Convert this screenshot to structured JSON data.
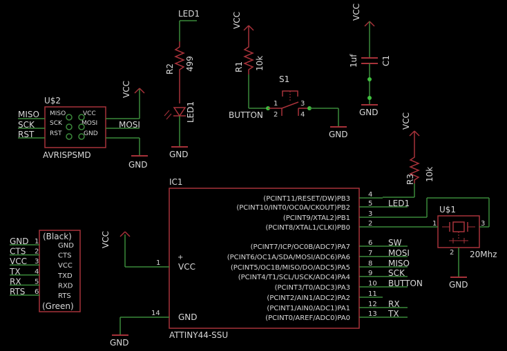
{
  "colors": {
    "background": "#000000",
    "wire": "#3b8a3b",
    "part": "#a8323a",
    "text": "#d9d9d9",
    "junction": "#3fbf3f"
  },
  "labels": {
    "led1_top": "LED1",
    "r2": "R2",
    "r2_val": "499",
    "led1_part": "LED1",
    "gnd_led": "GND",
    "vcc_r1": "VCC",
    "r1": "R1",
    "r1_val": "10k",
    "s1": "S1",
    "button": "BUTTON",
    "s1_p1": "1",
    "s1_p2": "2",
    "s1_p3": "3",
    "s1_p4": "4",
    "gnd_s1": "GND",
    "vcc_c1": "VCC",
    "c1_val": "1uf",
    "c1": "C1",
    "gnd_c1": "GND",
    "u2": "U$2",
    "vcc_u2": "VCC",
    "miso": "MISO",
    "sck": "SCK",
    "rst": "RST",
    "mosi": "MOSI",
    "u2_miso": "MISO",
    "u2_sck": "SCK",
    "u2_rst": "RST",
    "u2_vcc": "VCC",
    "u2_mosi": "MOSI",
    "u2_gnd": "GND",
    "avrisp": "AVRISPSMD",
    "gnd_u2": "GND",
    "vcc_r3": "VCC",
    "r3": "R3",
    "r3_val": "10k",
    "ic1": "IC1",
    "ic1_name": "ATTINY44-SSU",
    "vcc_ic": "VCC",
    "gnd_ic": "GND",
    "ic_vcc_pin": "VCC",
    "ic_gnd_pin": "GND",
    "ic_pin1": "1",
    "ic_pin14": "14",
    "u1": "U$1",
    "u1_p1": "1",
    "u1_p2": "2",
    "u1_p3": "3",
    "xtal": "20Mhz",
    "gnd_u1": "GND",
    "ftdi_black": "(Black)",
    "ftdi_green": "(Green)"
  },
  "ic_right_pins": [
    {
      "name": "(PCINT11/RESET/DW)PB3",
      "num": "4",
      "net": ""
    },
    {
      "name": "(PCINT10/INT0/OC0A/CKOUT)PB2",
      "num": "5",
      "net": "LED1"
    },
    {
      "name": "(PCINT9/XTAL2)PB1",
      "num": "3",
      "net": ""
    },
    {
      "name": "(PCINT8/XTAL1/CLKI)PB0",
      "num": "2",
      "net": ""
    },
    {
      "name": "(PCINT7/ICP/OC0B/ADC7)PA7",
      "num": "6",
      "net": "SW"
    },
    {
      "name": "(PCINT6/OC1A/SDA/MOSI/ADC6)PA6",
      "num": "7",
      "net": "MOSI"
    },
    {
      "name": "(PCINT5/OC1B/MISO/DO/ADC5)PA5",
      "num": "8",
      "net": "MISO"
    },
    {
      "name": "(PCINT4/T1/SCL/USCK/ADC4)PA4",
      "num": "9",
      "net": "SCK"
    },
    {
      "name": "(PCINT3/T0/ADC3)PA3",
      "num": "10",
      "net": "BUTTON"
    },
    {
      "name": "(PCINT2/AIN1/ADC2)PA2",
      "num": "11",
      "net": ""
    },
    {
      "name": "(PCINT1/AIN0/ADC1)PA1",
      "num": "12",
      "net": "RX"
    },
    {
      "name": "(PCINT0/AREF/ADC0)PA0",
      "num": "13",
      "net": "TX"
    }
  ],
  "ftdi_pins": [
    {
      "net": "GND",
      "num": "1",
      "name": "GND"
    },
    {
      "net": "CTS",
      "num": "2",
      "name": "CTS"
    },
    {
      "net": "VCC",
      "num": "3",
      "name": "VCC"
    },
    {
      "net": "TX",
      "num": "4",
      "name": "TXD"
    },
    {
      "net": "RX",
      "num": "5",
      "name": "RXD"
    },
    {
      "net": "RTS",
      "num": "6",
      "name": "RTS"
    }
  ]
}
